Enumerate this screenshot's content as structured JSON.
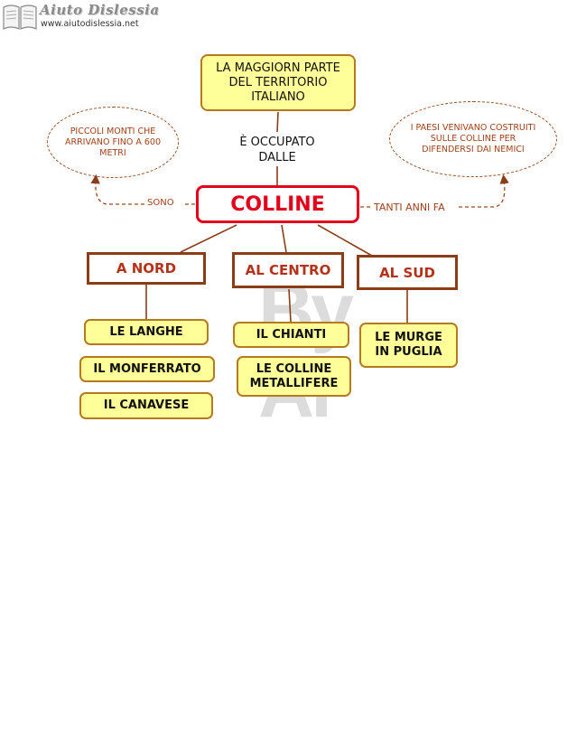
{
  "header": {
    "logo_title": "Aiuto Dislessia",
    "logo_url": "www.aiutodislessia.net"
  },
  "watermark": {
    "text": "By Ai"
  },
  "map": {
    "top_box": "LA MAGGIORN PARTE DEL TERRITORIO ITALIANO",
    "top_link": "È OCCUPATO DALLE",
    "main": "COLLINE",
    "left_link": "SONO",
    "right_link": "TANTI ANNI FA",
    "left_oval": "PICCOLI MONTI CHE ARRIVANO FINO A 600 METRI",
    "right_oval": "I PAESI VENIVANO COSTRUITI SULLE COLLINE PER DIFENDERSI DAI NEMICI",
    "regions": [
      {
        "label": "A NORD",
        "items": [
          "LE LANGHE",
          "IL MONFERRATO",
          "IL CANAVESE"
        ]
      },
      {
        "label": "AL CENTRO",
        "items": [
          "IL CHIANTI",
          "LE COLLINE METALLIFERE"
        ]
      },
      {
        "label": "AL SUD",
        "items": [
          "LE MURGE IN PUGLIA"
        ]
      }
    ]
  },
  "colors": {
    "main_red": "#e3001b",
    "box_fill": "#ffff99",
    "box_border": "#b47a1e",
    "region_border": "#8b3d1a",
    "link_color": "#9b4a1e"
  }
}
